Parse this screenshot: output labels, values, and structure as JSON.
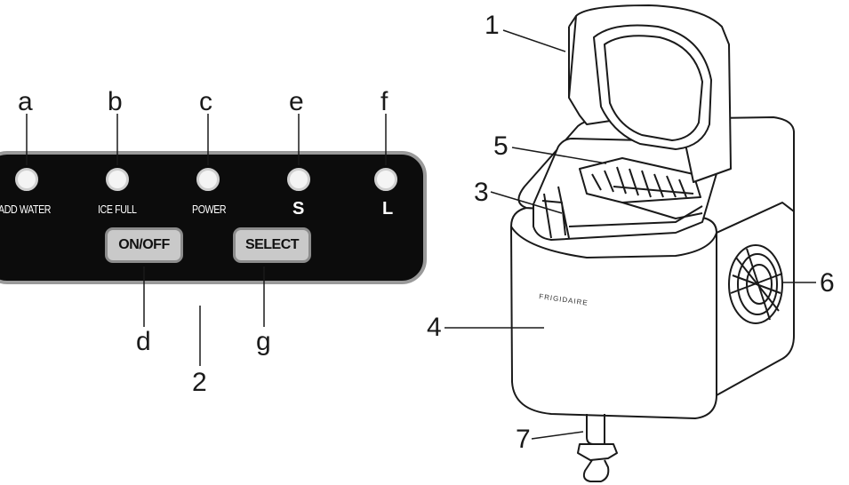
{
  "control_panel": {
    "indicators": [
      {
        "letter": "a",
        "label": "ADD WATER"
      },
      {
        "letter": "b",
        "label": "ICE FULL"
      },
      {
        "letter": "c",
        "label": "POWER"
      },
      {
        "letter": "e",
        "label": "S"
      },
      {
        "letter": "f",
        "label": "L"
      }
    ],
    "buttons": [
      {
        "letter": "d",
        "label": "ON/OFF"
      },
      {
        "letter": "g",
        "label": "SELECT"
      }
    ],
    "panel_callout": "2"
  },
  "machine": {
    "brand": "FRIGIDAIRE",
    "callouts": [
      "1",
      "5",
      "3",
      "4",
      "6",
      "7"
    ]
  },
  "colors": {
    "panel": "#0c0c0c",
    "panel_border": "#9a9a9a",
    "button_fill": "#c9c9c9",
    "line": "#1a1a1a"
  }
}
